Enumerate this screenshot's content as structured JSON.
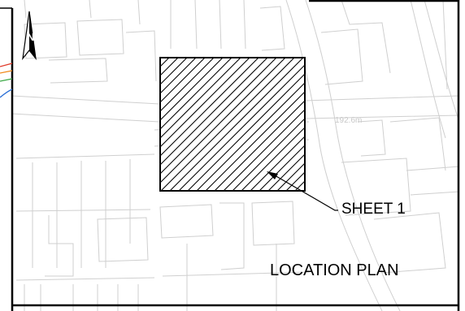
{
  "map": {
    "title": "LOCATION PLAN",
    "sheet_callout": "SHEET 1",
    "spot_height": "192.6m",
    "north_arrow_icon": "north-arrow-icon",
    "colors": {
      "background": "#ffffff",
      "frame": "#000000",
      "base_lines": "#cfcfcf",
      "hatch": "#000000",
      "leader_red": "#e03a2a",
      "leader_orange": "#f08a1c",
      "leader_green": "#3aa845",
      "leader_blue": "#2a6fd6"
    }
  }
}
